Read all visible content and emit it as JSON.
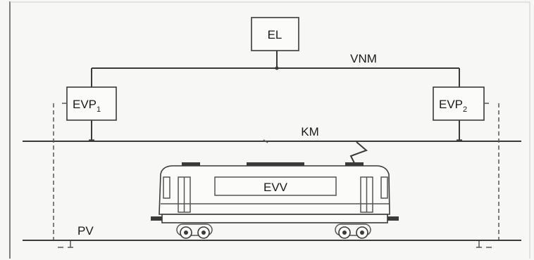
{
  "diagram": {
    "el_label": "EL",
    "vnm_label": "VNM",
    "evp1_main": "EVP",
    "evp1_sub": "1",
    "evp2_main": "EVP",
    "evp2_sub": "2",
    "km_label": "KM",
    "evv_label": "EVV",
    "pv_label": "PV"
  }
}
